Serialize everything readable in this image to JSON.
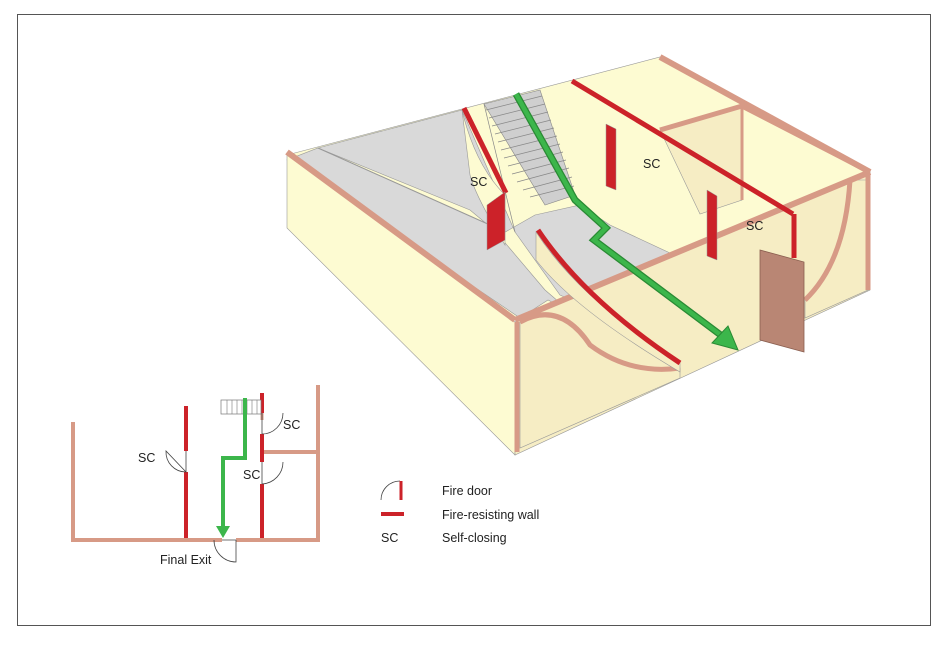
{
  "iso_labels": {
    "sc_stair_left": "SC",
    "sc_room_mid": "SC",
    "sc_room_right": "SC"
  },
  "plan_labels": {
    "sc_left": "SC",
    "sc_top_right": "SC",
    "sc_mid": "SC",
    "final_exit": "Final Exit"
  },
  "legend": {
    "items": [
      {
        "symbol": "fire-door",
        "label": "Fire door"
      },
      {
        "symbol": "fire-resisting-wall",
        "label": "Fire-resisting wall"
      },
      {
        "symbol": "SC",
        "label": "Self-closing"
      }
    ]
  },
  "colors": {
    "wall_top": "#d79a86",
    "wall_face": "#fdfbd2",
    "wall_side": "#f6edc4",
    "floor": "#d9d9d9",
    "fire_wall": "#cc2229",
    "escape_route": "#3cb64b",
    "exit_door": "#b98674",
    "outline": "#777777"
  }
}
